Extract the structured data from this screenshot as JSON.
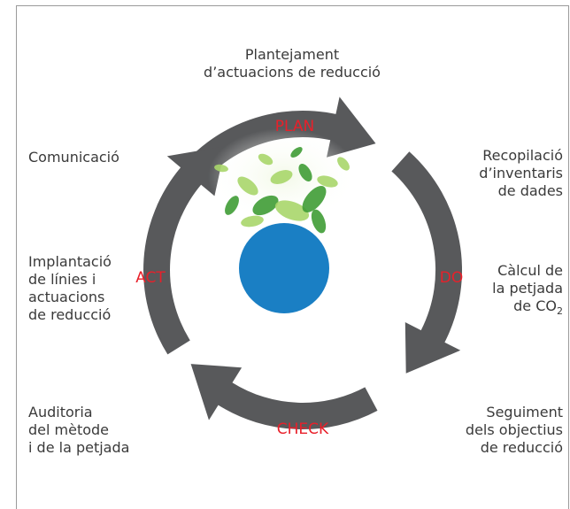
{
  "phases": {
    "plan": "PLAN",
    "do": "DO",
    "check": "CHECK",
    "act": "ACT"
  },
  "steps": {
    "plantejament": [
      "Plantejament",
      "d’actuacions de reducció"
    ],
    "recopilacio": [
      "Recopilació",
      "d’inventaris",
      "de dades"
    ],
    "calcul": {
      "line1": "Càlcul de",
      "line2": "la petjada",
      "line3_prefix": "de CO",
      "line3_sub": "2"
    },
    "seguiment": [
      "Seguiment",
      "dels objectius",
      "de reducció"
    ],
    "auditoria": [
      "Auditoria",
      "del mètode",
      "i de la petjada"
    ],
    "implantacio": [
      "Implantació",
      "de línies i",
      "actuacions",
      "de reducció"
    ],
    "comunicacio": [
      "Comunicació"
    ]
  },
  "colors": {
    "arrow": "#58595b",
    "phase_text": "#e8202a",
    "globe": "#1a7fc4",
    "leaf_light": "#a8d66a",
    "leaf_dark": "#3f9c35",
    "label_text": "#3a3a3a",
    "frame": "#9a9a9a"
  },
  "icons": {
    "center": "blue-sphere-with-leaves-icon"
  }
}
